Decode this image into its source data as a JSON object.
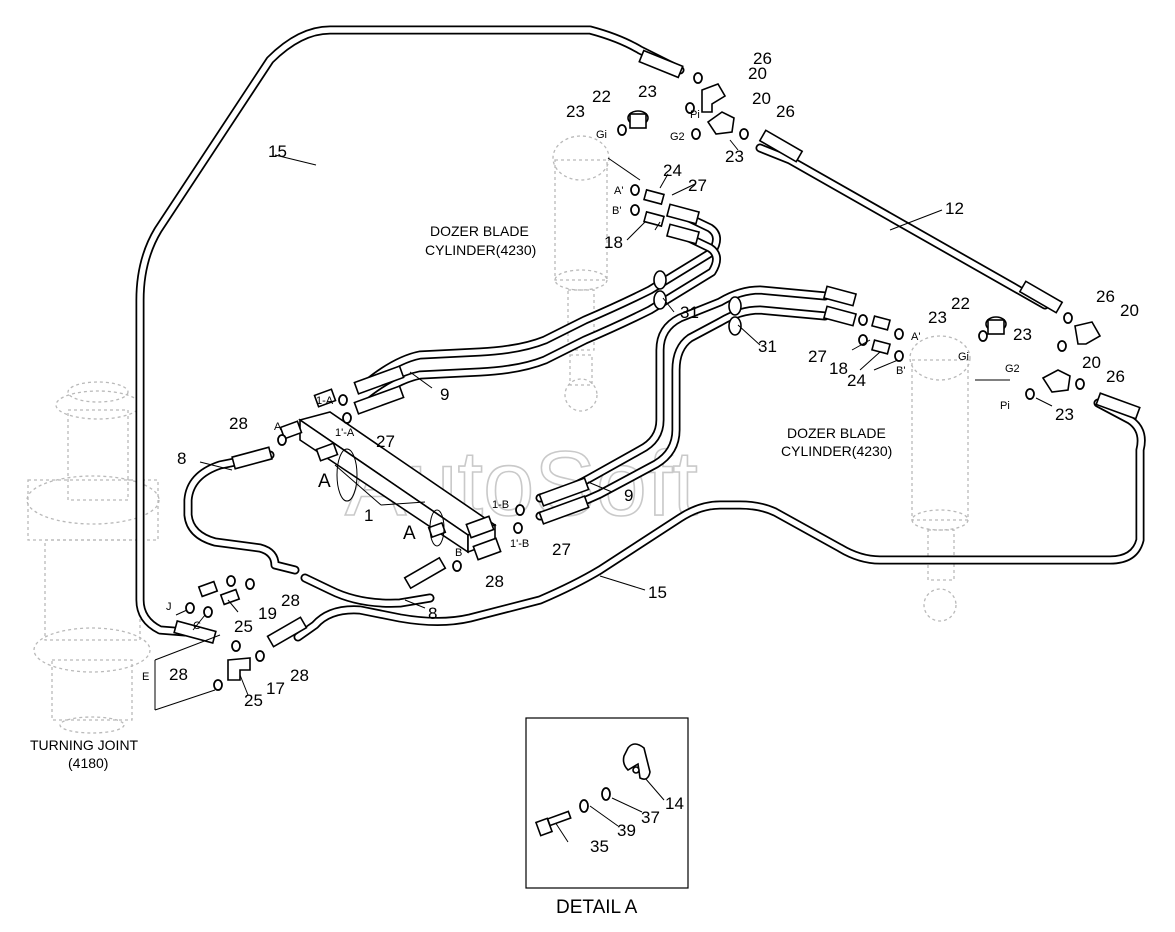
{
  "watermark": "AutoSoft",
  "components": {
    "dozer_cylinder_upper": [
      "DOZER BLADE",
      "CYLINDER(4230)"
    ],
    "dozer_cylinder_right": [
      "DOZER BLADE",
      "CYLINDER(4230)"
    ],
    "turning_joint": [
      "TURNING JOINT",
      "(4180)"
    ]
  },
  "detail_title": "DETAIL A",
  "view_markers": [
    "A",
    "A"
  ],
  "ports": {
    "pi_top": "Pi",
    "gi_top": "Gi",
    "g2_top": "G2",
    "a_prime_top": "A'",
    "b_prime_top": "B'",
    "gi_right": "Gi",
    "g2_right": "G2",
    "pi_right": "Pi",
    "a_prime_right": "A'",
    "b_prime_right": "B'",
    "valve_1a": "1-A",
    "valve_1pa": "1'-A",
    "valve_a": "A",
    "valve_1b": "1-B",
    "valve_1pb": "1'-B",
    "valve_b": "B",
    "joint_j": "J",
    "joint_c": "C",
    "joint_e": "E"
  },
  "callouts": {
    "n26a": "26",
    "n20a": "20",
    "n23a": "23",
    "n22a": "22",
    "n23b": "23",
    "n20b": "20",
    "n26b": "26",
    "n23c": "23",
    "n24a": "24",
    "n27a": "27",
    "n18a": "18",
    "n15a": "15",
    "n12": "12",
    "n31a": "31",
    "n9a": "9",
    "n22b": "22",
    "n26c": "26",
    "n20c": "20",
    "n23d": "23",
    "n23e": "23",
    "n31b": "31",
    "n27b": "27",
    "n18b": "18",
    "n24b": "24",
    "n20d": "20",
    "n26d": "26",
    "n23f": "23",
    "n28a": "28",
    "n8a": "8",
    "n27c": "27",
    "n1": "1",
    "n9b": "9",
    "n27d": "27",
    "n28b": "28",
    "n8b": "8",
    "n15b": "15",
    "n19": "19",
    "n28c": "28",
    "n25a": "25",
    "n28d": "28",
    "n28e": "28",
    "n17": "17",
    "n25b": "25",
    "n14": "14",
    "n37": "37",
    "n39": "39",
    "n35": "35"
  }
}
